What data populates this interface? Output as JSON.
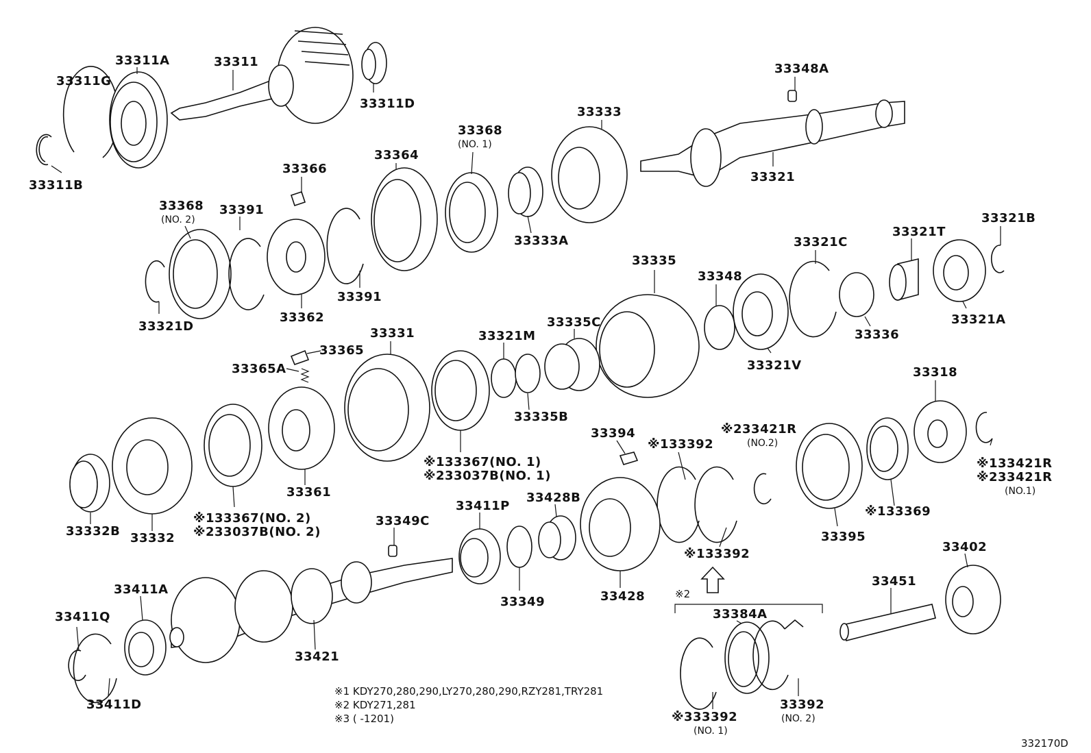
{
  "labels": {
    "l33311G": "33311G",
    "l33311A": "33311A",
    "l33311": "33311",
    "l33311D": "33311D",
    "l33311B": "33311B",
    "l33348A": "33348A",
    "l33368no1": "33368",
    "l33368no1_sub": "(NO. 1)",
    "l33333": "33333",
    "l33364": "33364",
    "l33366": "33366",
    "l33321": "33321",
    "l33368no2": "33368",
    "l33368no2_sub": "(NO. 2)",
    "l33391a": "33391",
    "l33333A": "33333A",
    "l33391b": "33391",
    "l33321D": "33321D",
    "l33362": "33362",
    "l33321C": "33321C",
    "l33321T": "33321T",
    "l33321B": "33321B",
    "l33335": "33335",
    "l33348": "33348",
    "l33321V": "33321V",
    "l33336": "33336",
    "l33321A": "33321A",
    "l33331": "33331",
    "l33365": "33365",
    "l33365A": "33365A",
    "l33321M": "33321M",
    "l33335C": "33335C",
    "l33335B": "33335B",
    "l33367no1": "※133367(NO. 1)",
    "l33037Bno1": "※233037B(NO. 1)",
    "l33394": "33394",
    "l33392top": "※133392",
    "l33421Rno2": "※233421R",
    "l33421Rno2_sub": "(NO.2)",
    "l33318": "33318",
    "l33421R1": "※133421R",
    "l33421R2": "※233421R",
    "l33421R2_sub": "(NO.1)",
    "l33369": "※133369",
    "l33395": "33395",
    "l33361": "33361",
    "l33332B": "33332B",
    "l33332": "33332",
    "l33367no2": "※133367(NO. 2)",
    "l33037Bno2": "※233037B(NO. 2)",
    "l33349C": "33349C",
    "l33411P": "33411P",
    "l33428B": "33428B",
    "l33392mid": "※133392",
    "l33349": "33349",
    "l33428": "33428",
    "l33402": "33402",
    "l33451": "33451",
    "l33411A": "33411A",
    "l33411Q": "33411Q",
    "l33421": "33421",
    "l33411D": "33411D",
    "lmark2": "※2",
    "l33384A": "33384A",
    "l33392no1": "※333392",
    "l33392no1_sub": "(NO. 1)",
    "l33392no2": "33392",
    "l33392no2_sub": "(NO. 2)"
  },
  "notes": {
    "n1": "※1 KDY270,280,290,LY270,280,290,RZY281,TRY281",
    "n2": "※2 KDY271,281",
    "n3": "※3 (        -1201)"
  },
  "diagram_code": "332170D"
}
